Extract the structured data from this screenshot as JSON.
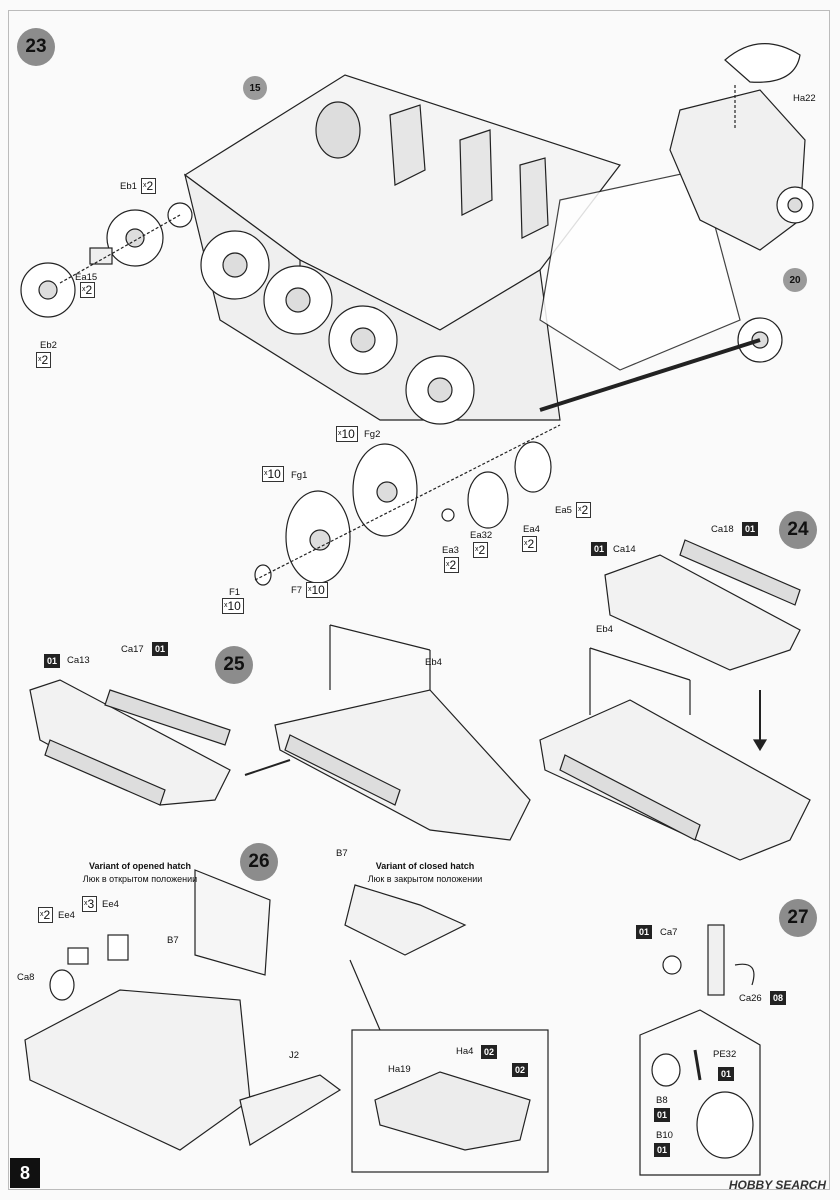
{
  "page": {
    "number": "8",
    "watermark": "HOBBY SEARCH"
  },
  "steps": {
    "s23": "23",
    "s24": "24",
    "s25": "25",
    "s26": "26",
    "s27": "27",
    "ref15": "15",
    "ref20": "20"
  },
  "parts": {
    "ha22": "Ha22",
    "eb1": "Eb1",
    "eb2": "Eb2",
    "ea15": "Ea15",
    "fg2": "Fg2",
    "fg1": "Fg1",
    "f1": "F1",
    "f7": "F7",
    "ea3": "Ea3",
    "ea32": "Ea32",
    "ea4": "Ea4",
    "ea5": "Ea5",
    "ca18": "Ca18",
    "ca14": "Ca14",
    "eb4a": "Eb4",
    "eb4b": "Eb4",
    "ca17": "Ca17",
    "ca13": "Ca13",
    "b7a": "B7",
    "b7b": "B7",
    "ee4a": "Ee4",
    "ee4b": "Ee4",
    "ca8": "Ca8",
    "j2": "J2",
    "ha4": "Ha4",
    "ha19": "Ha19",
    "ca7": "Ca7",
    "ca26": "Ca26",
    "pe32": "PE32",
    "b8": "B8",
    "b10": "B10"
  },
  "quantities": {
    "eb1": "2",
    "eb2": "2",
    "ea15": "2",
    "fg2": "10",
    "fg1": "10",
    "f1": "10",
    "f7": "10",
    "ea3": "2",
    "ea32": "2",
    "ea4": "2",
    "ea5": "2",
    "ee4a": "2",
    "ee4b": "3",
    "x": "x"
  },
  "color_codes": {
    "ca18": "01",
    "ca14": "01",
    "ca17": "01",
    "ca13": "01",
    "ha4": "02",
    "ha19": "02",
    "ca7": "01",
    "ca26": "08",
    "pe32": "01",
    "b8": "01",
    "b10": "01"
  },
  "variants": {
    "opened_title": "Variant of opened hatch",
    "opened_sub": "Люк в открытом положении",
    "closed_title": "Variant of closed hatch",
    "closed_sub": "Люк в закрытом положении"
  },
  "colors": {
    "step_badge": "#8c8c8c",
    "code_bg": "#222222",
    "line": "#222222"
  }
}
